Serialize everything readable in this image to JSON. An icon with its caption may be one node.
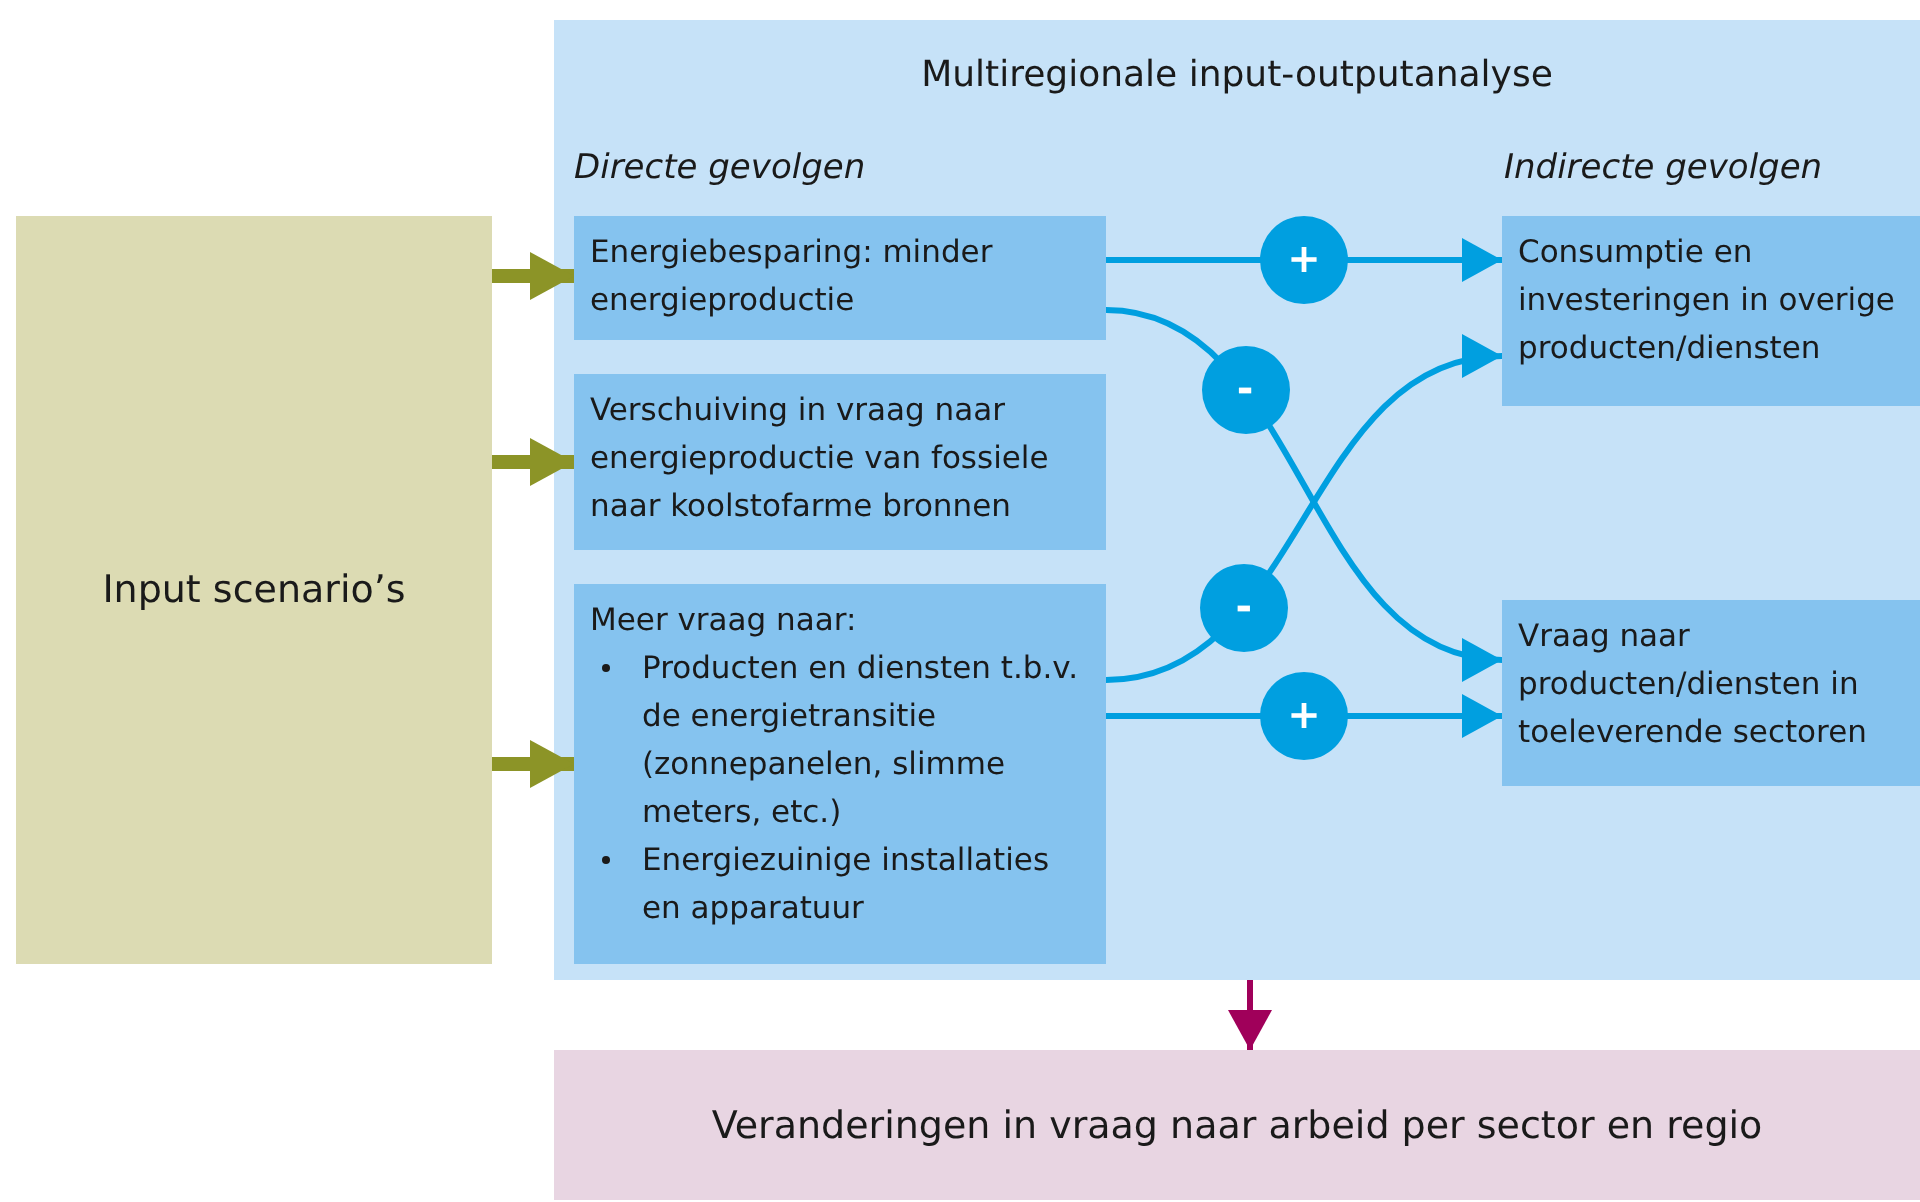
{
  "diagram": {
    "nodes": [
      {
        "text": [
          "Input scenario’s"
        ]
      },
      {
        "text": [
          "Multiregionale input-outputanalyse",
          "Directe gevolgen",
          "Indirecte gevolgen"
        ]
      },
      {
        "text": [
          "Energiebesparing: minder energieproductie"
        ],
        "in": 1
      },
      {
        "text": [
          "Verschuiving in vraag naar energieproductie van fossiele naar koolstofarme bronnen"
        ],
        "in": 1
      },
      {
        "text": [
          "Meer vraag naar:",
          "Producten en diensten t.b.v. de energietransitie (zonnepanelen, slimme meters, etc.)",
          "Energiezuinige installaties en apparatuur"
        ],
        "in": 1
      },
      {
        "text": [
          "Consumptie en investeringen in overige producten/diensten"
        ],
        "in": 1
      },
      {
        "text": [
          "Vraag naar producten/diensten in toeleverende sectoren"
        ],
        "in": 1
      },
      {
        "text": [
          "Veranderingen in vraag naar arbeid per sector en regio"
        ]
      }
    ],
    "edges": [
      {
        "from": 0,
        "to": 2,
        "arrow": "to",
        "style": "thick",
        "color": "#8c9427"
      },
      {
        "from": 0,
        "to": 3,
        "arrow": "to",
        "style": "thick",
        "color": "#8c9427"
      },
      {
        "from": 0,
        "to": 4,
        "arrow": "to",
        "style": "thick",
        "color": "#8c9427"
      },
      {
        "from": 2,
        "to": 5,
        "arrow": "to",
        "label": "+"
      },
      {
        "from": 2,
        "to": 6,
        "arrow": "to",
        "label": "-"
      },
      {
        "from": 4,
        "to": 5,
        "arrow": "to",
        "label": "-"
      },
      {
        "from": 4,
        "to": 6,
        "arrow": "to",
        "label": "+"
      },
      {
        "from": 1,
        "to": 7,
        "arrow": "to",
        "color": "#a0005a"
      }
    ]
  }
}
